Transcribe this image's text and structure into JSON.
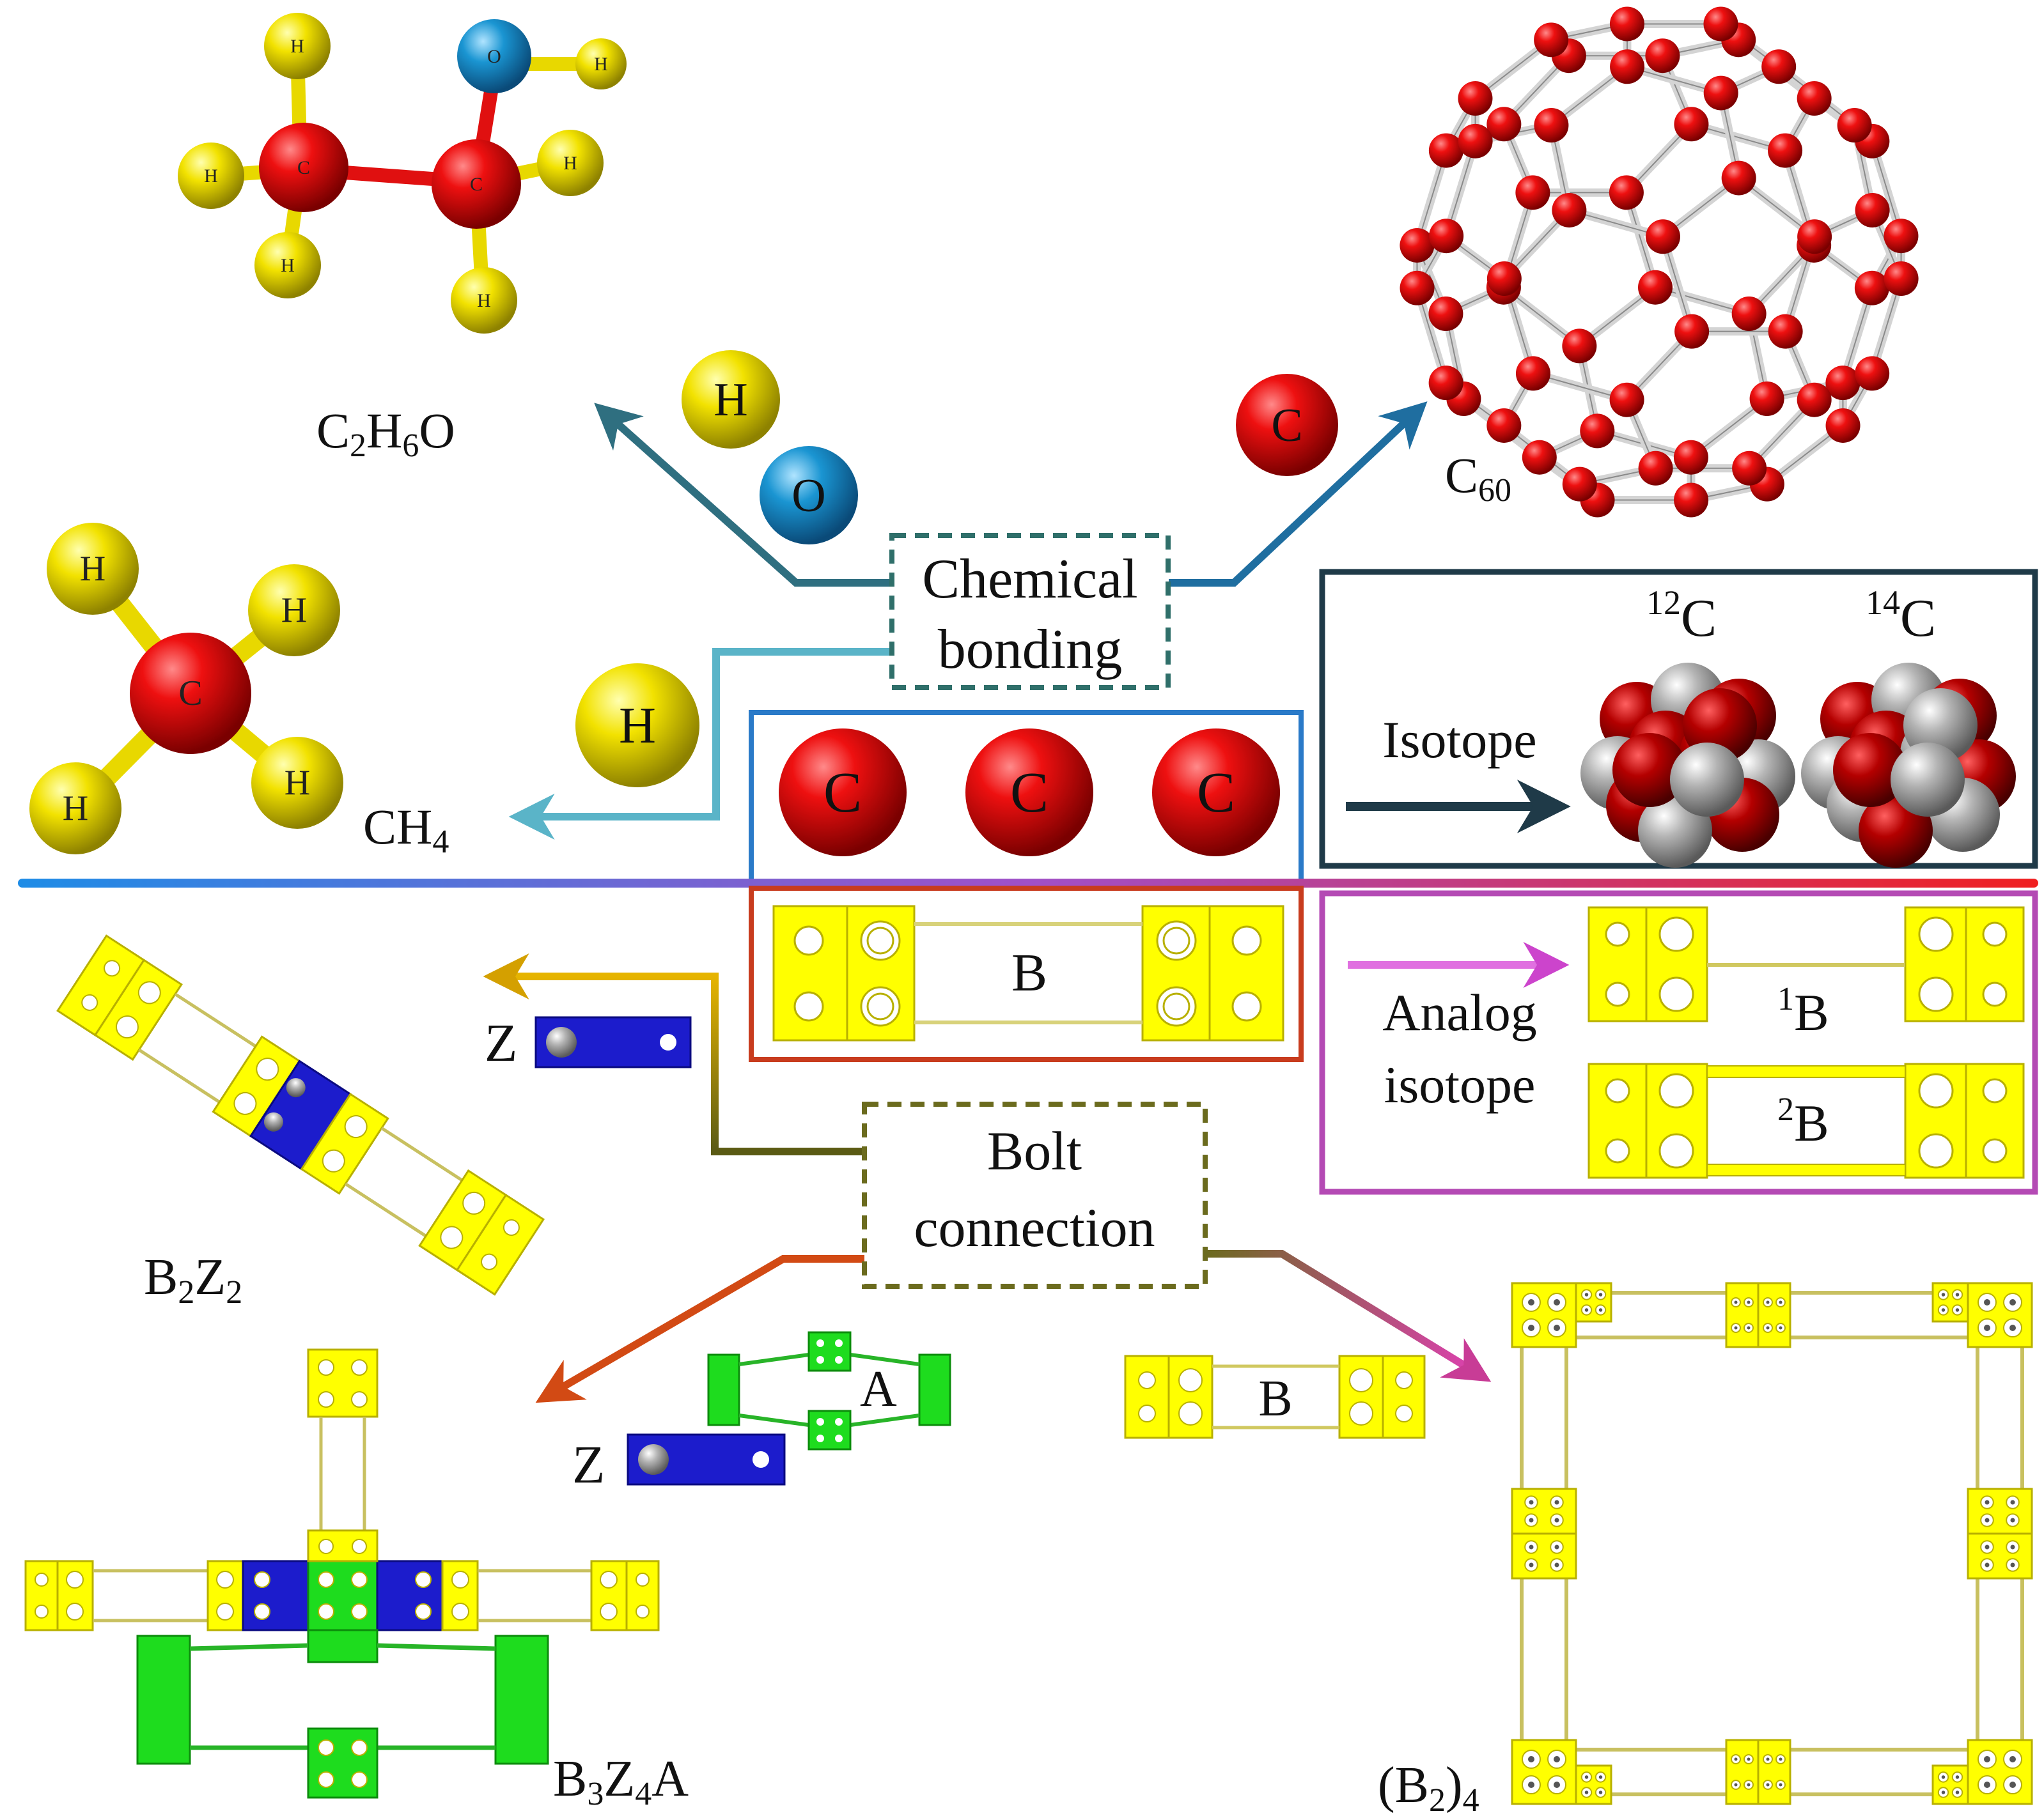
{
  "top_section": {
    "ethanol": {
      "formula": "C",
      "sub1": "2",
      "mid": "H",
      "sub2": "6",
      "end": "O",
      "atoms": {
        "c1": "C",
        "c2": "C",
        "o": "O",
        "h1": "H",
        "h2": "H",
        "h3": "H",
        "h4": "H",
        "h5": "H",
        "h6": "H"
      }
    },
    "fullerene": {
      "formula": "C",
      "sub": "60"
    },
    "methane": {
      "formula": "CH",
      "sub": "4",
      "atoms": {
        "c": "C",
        "h1": "H",
        "h2": "H",
        "h3": "H",
        "h4": "H"
      }
    },
    "floating_atoms": {
      "h_top": "H",
      "o": "O",
      "c": "C",
      "h_mid": "H"
    },
    "chemical_bonding": {
      "line1": "Chemical",
      "line2": "bonding"
    },
    "carbon_atoms": [
      "C",
      "C",
      "C"
    ],
    "isotope": {
      "label": "Isotope",
      "c12_sup": "12",
      "c12": "C",
      "c14_sup": "14",
      "c14": "C"
    }
  },
  "bottom_section": {
    "b_block": {
      "label": "B"
    },
    "analog_isotope": {
      "line1": "Analog",
      "line2": "isotope",
      "b1_sup": "1",
      "b1": "B",
      "b2_sup": "2",
      "b2": "B"
    },
    "bolt_connection": {
      "line1": "Bolt",
      "line2": "connection"
    },
    "z_label_top": "Z",
    "z_label_bottom": "Z",
    "a_label": "A",
    "b_label_bottom": "B",
    "b2z2": {
      "b": "B",
      "b_sub": "2",
      "z": "Z",
      "z_sub": "2"
    },
    "b3z4a": {
      "b": "B",
      "b_sub": "3",
      "z": "Z",
      "z_sub": "4",
      "a": "A"
    },
    "b2_4": {
      "open": "(B",
      "sub1": "2",
      "close": ")",
      "sub2": "4"
    }
  },
  "colors": {
    "carbon": "#d40000",
    "hydrogen": "#f0e000",
    "oxygen": "#1e90c8",
    "isotope_grey": "#a8a8a8",
    "bolt_yellow": "#ffff00",
    "z_blue": "#1c1ccc",
    "a_green": "#1edc1e",
    "chem_box": "#2f6f6a",
    "bolt_box": "#6b6b1e",
    "isotope_box": "#1f3a48",
    "analog_box": "#b44ab4",
    "carbon_box": "#2a7ac8",
    "b_box": "#c83c1e"
  }
}
